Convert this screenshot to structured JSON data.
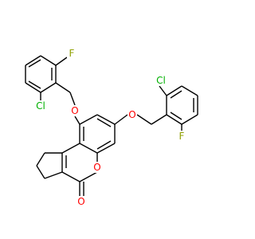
{
  "colors": {
    "bond": "#000000",
    "oxygen": "#ff0000",
    "chlorine": "#00b000",
    "fluorine": "#8fa000"
  },
  "atoms": {
    "f_top": {
      "text": "F",
      "color": "#8fa000"
    },
    "cl_left": {
      "text": "Cl",
      "color": "#00b000"
    },
    "o_ether_left": {
      "text": "O",
      "color": "#ff0000"
    },
    "cl_right": {
      "text": "Cl",
      "color": "#00b000"
    },
    "o_ether_right": {
      "text": "O",
      "color": "#ff0000"
    },
    "f_right": {
      "text": "F",
      "color": "#8fa000"
    },
    "o_ring": {
      "text": "O",
      "color": "#ff0000"
    },
    "o_carbonyl": {
      "text": "O",
      "color": "#ff0000"
    }
  }
}
